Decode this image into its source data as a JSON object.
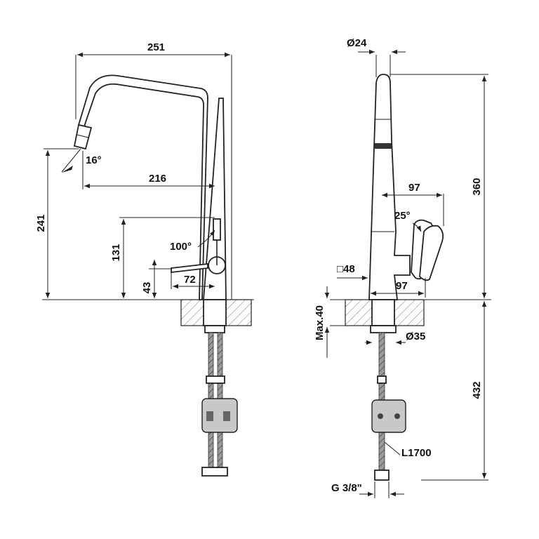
{
  "labels": {
    "width_251": "251",
    "angle_16": "16°",
    "reach_216": "216",
    "height_241": "241",
    "height_131": "131",
    "angle_100": "100°",
    "height_43": "43",
    "lever_72": "72",
    "dia_24": "Ø24",
    "height_360": "360",
    "lever_97_top": "97",
    "angle_25": "25°",
    "base_48": "□48",
    "lever_97_bottom": "97",
    "max_40": "Max.40",
    "dia_35": "Ø35",
    "hose_432": "432",
    "hose_l1700": "L1700",
    "thread_g38": "G 3/8\""
  },
  "colors": {
    "line": "#222222",
    "hatch": "#555555",
    "hose": "#888888"
  }
}
